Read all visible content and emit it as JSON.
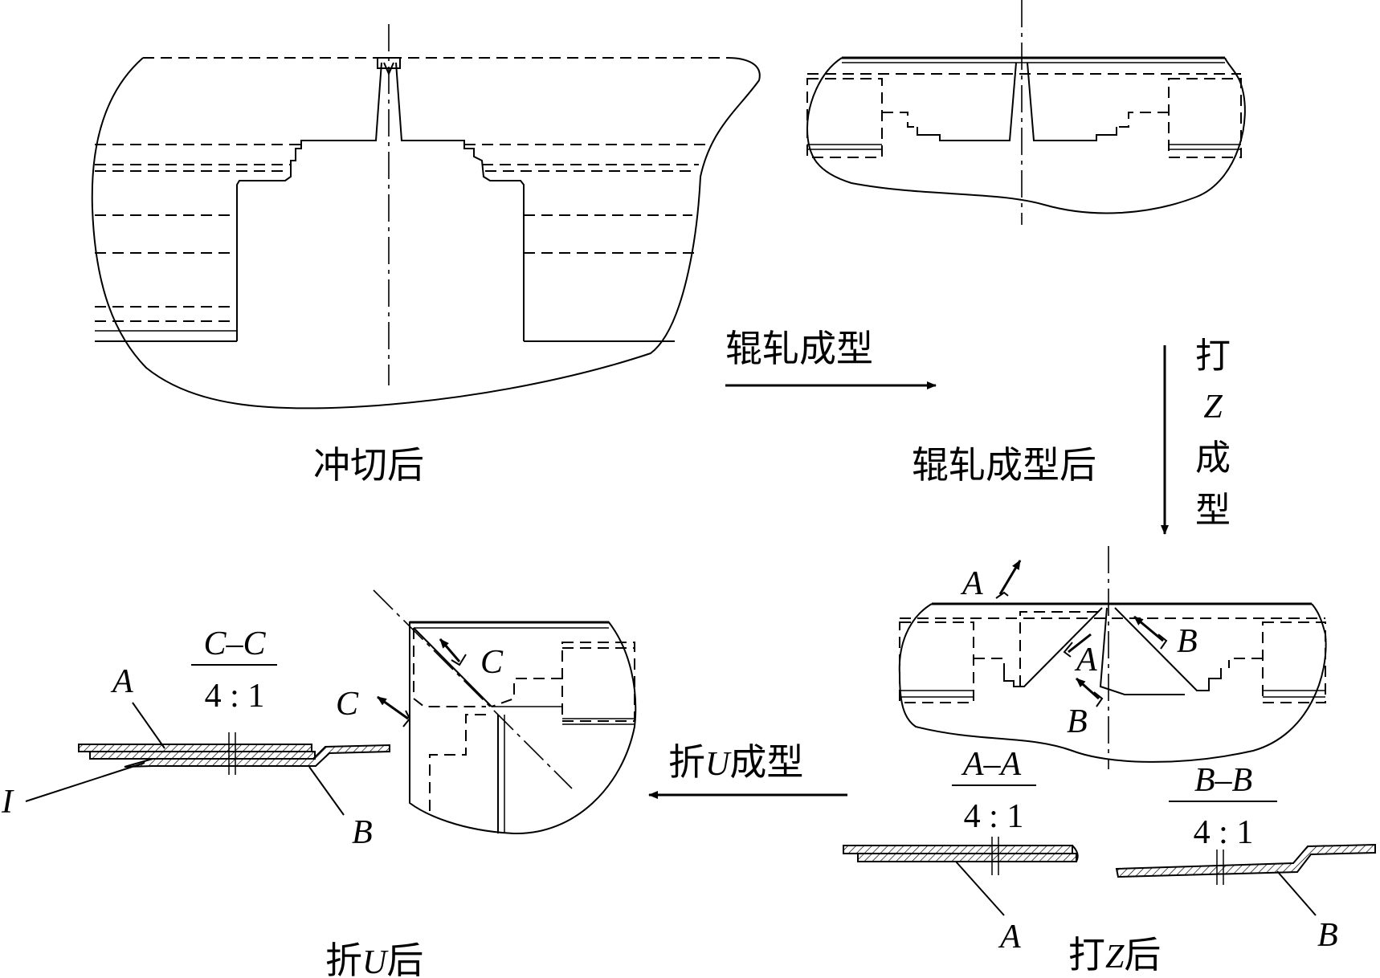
{
  "captions": {
    "after_punch": "冲切后",
    "roll_process": "辊轧成型",
    "after_roll": "辊轧成型后",
    "z_process_chars": [
      "打",
      "Z",
      "成",
      "型"
    ],
    "after_z_prefix": "打",
    "after_z_letter": "Z",
    "after_z_suffix": "后",
    "u_process_prefix": "折",
    "u_process_letter": "U",
    "u_process_suffix": "成型",
    "after_u_prefix": "折",
    "after_u_letter": "U",
    "after_u_suffix": "后"
  },
  "sections": {
    "aa": {
      "title": "A–A",
      "scale": "4 : 1",
      "part": "A"
    },
    "bb": {
      "title": "B–B",
      "scale": "4 : 1",
      "part": "B"
    },
    "cc": {
      "title": "C–C",
      "scale": "4 : 1",
      "part_a": "A",
      "part_b": "B",
      "part_i": "I"
    }
  },
  "section_marks": {
    "a_top": "A",
    "a_mid": "A",
    "b_right": "B",
    "b_bottom": "B",
    "c_right": "C",
    "c_left": "C"
  }
}
